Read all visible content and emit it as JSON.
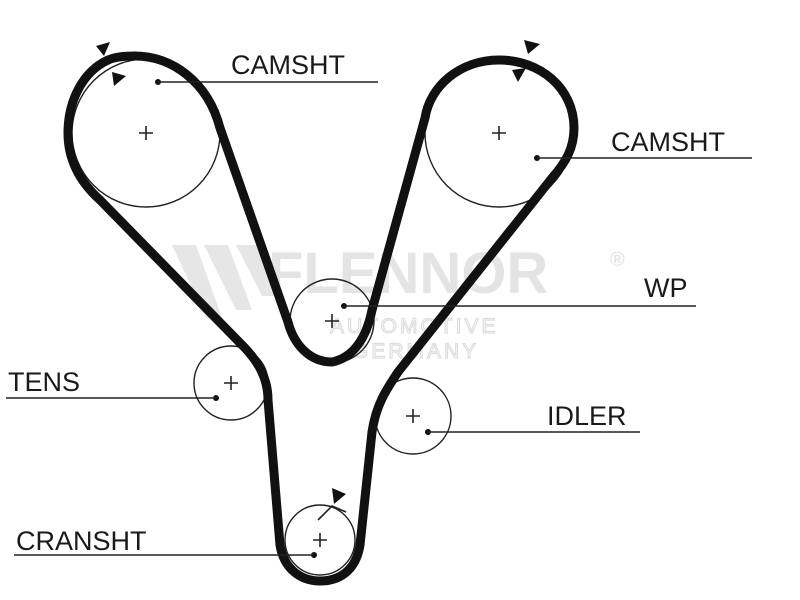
{
  "watermark": {
    "brand": "FLENNOR",
    "registered": "®",
    "line1": "AUTOMOTIVE",
    "line2": "GERMANY"
  },
  "labels": {
    "camshaft_left": "CAMSHT",
    "camshaft_right": "CAMSHT",
    "water_pump": "WP",
    "tensioner": "TENS",
    "idler": "IDLER",
    "crankshaft": "CRANSHT"
  },
  "colors": {
    "belt": "#111111",
    "line": "#222222",
    "watermark": "#e4e4e4",
    "background": "#ffffff"
  }
}
